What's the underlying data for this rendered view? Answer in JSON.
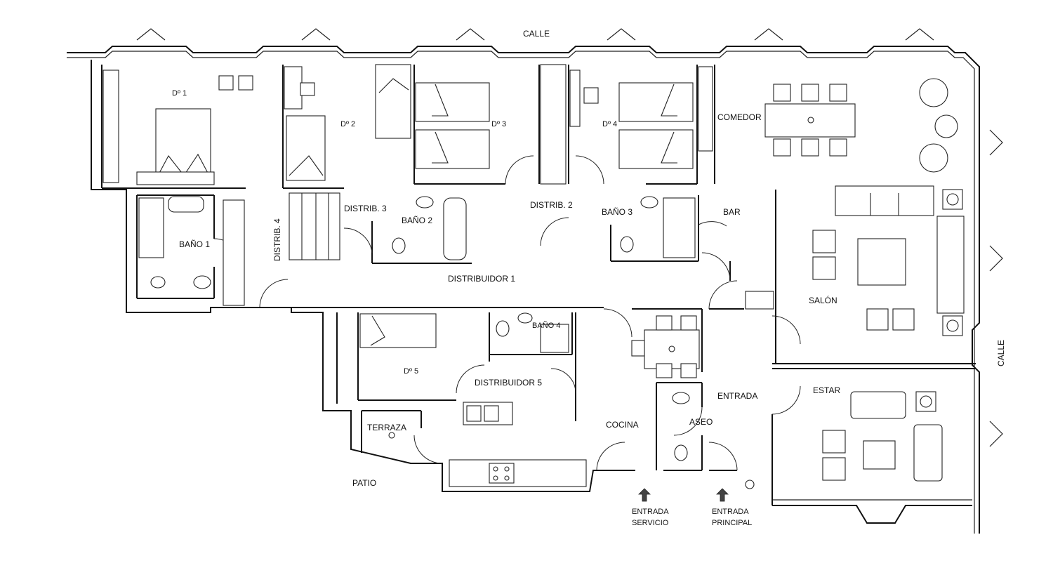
{
  "streets": {
    "top": "CALLE",
    "right": "CALLE"
  },
  "rooms": {
    "d1": "Dº 1",
    "d2": "Dº 2",
    "d3": "Dº 3",
    "d4": "Dº 4",
    "d5": "Dº 5",
    "comedor": "COMEDOR",
    "salon": "SALÓN",
    "estar": "ESTAR",
    "entrada": "ENTRADA",
    "cocina": "COCINA",
    "aseo": "ASEO",
    "bar": "BAR",
    "terraza": "TERRAZA",
    "patio": "PATIO",
    "bano1": "BAÑO 1",
    "bano2": "BAÑO 2",
    "bano3": "BAÑO 3",
    "bano4": "BAÑO 4",
    "distrib1": "DISTRIBUIDOR 1",
    "distrib2": "DISTRIB. 2",
    "distrib3": "DISTRIB. 3",
    "distrib4": "DISTRIB. 4",
    "distrib5": "DISTRIBUIDOR 5"
  },
  "entrances": {
    "servicio_line1": "ENTRADA",
    "servicio_line2": "SERVICIO",
    "principal_line1": "ENTRADA",
    "principal_line2": "PRINCIPAL"
  }
}
